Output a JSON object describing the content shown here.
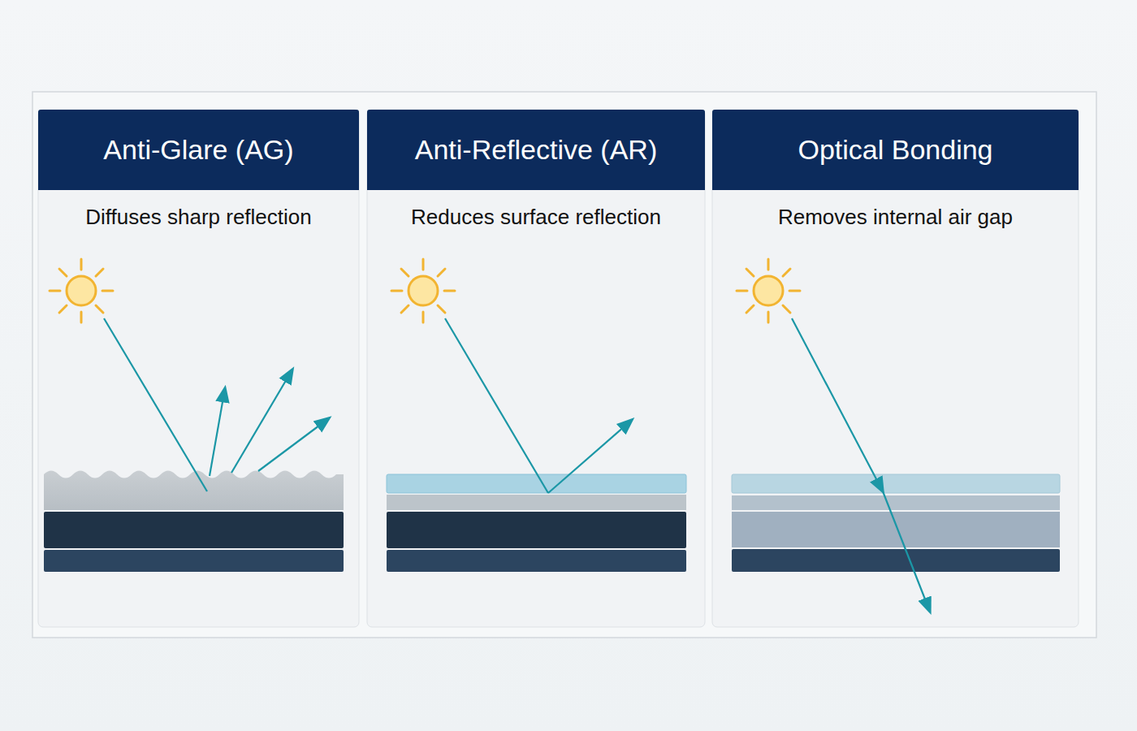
{
  "diagram": {
    "nodes": [
      {
        "text": [
          "Anti-Glare (AG)",
          "Diffuses sharp reflection"
        ]
      },
      {
        "text": [
          "Anti-Reflective (AR)",
          "Reduces surface reflection"
        ]
      },
      {
        "text": [
          "Optical Bonding",
          "Removes internal air gap"
        ]
      }
    ]
  }
}
